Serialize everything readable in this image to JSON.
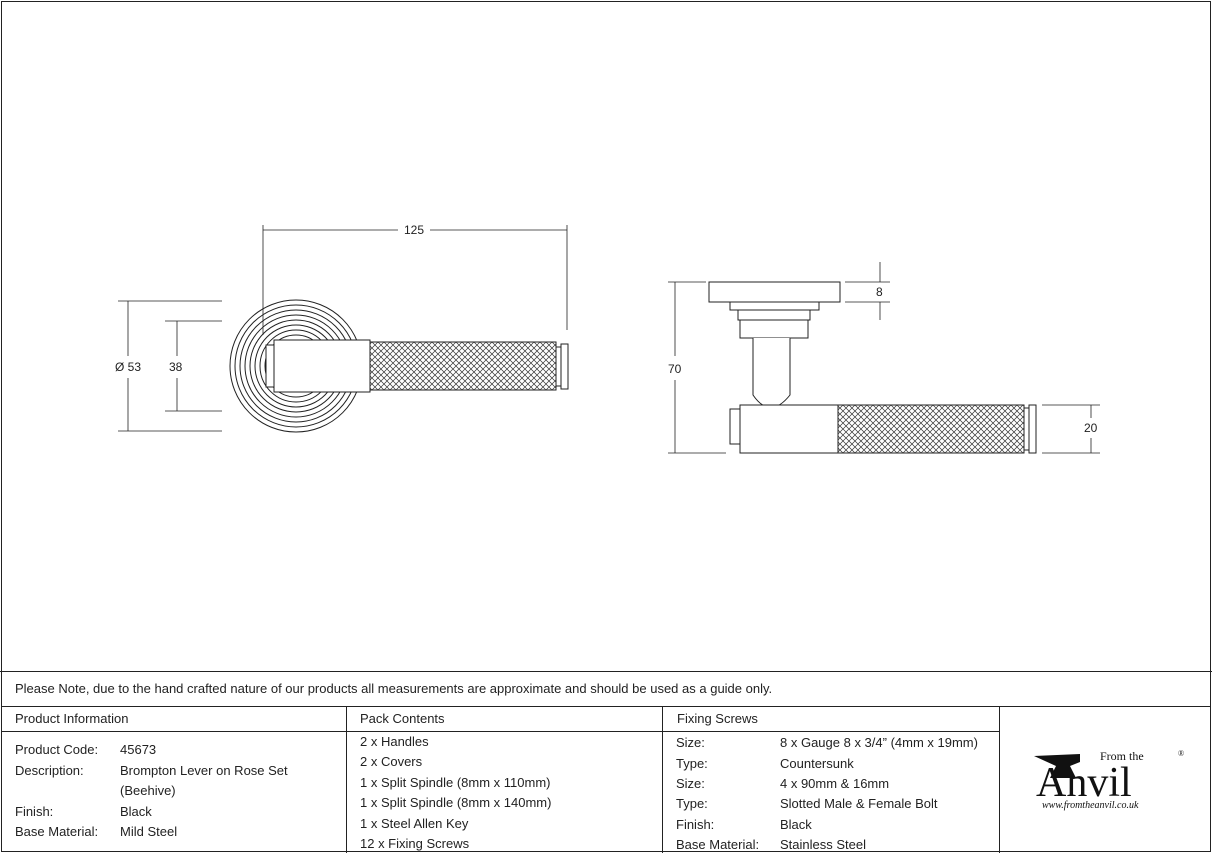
{
  "dimensions": {
    "length": "125",
    "rose_diameter": "Ø 53",
    "inner": "38",
    "rose_height": "8",
    "projection": "70",
    "lever_dia": "20"
  },
  "note": "Please Note, due to the hand crafted nature of our products all measurements are approximate and should be used as a guide only.",
  "product": {
    "heading": "Product Information",
    "rows": [
      {
        "label": "Product Code:",
        "value": "45673"
      },
      {
        "label": "Description:",
        "value": "Brompton Lever on Rose Set"
      },
      {
        "label": "",
        "value": "(Beehive)"
      },
      {
        "label": "Finish:",
        "value": "Black"
      },
      {
        "label": "Base Material:",
        "value": "Mild Steel"
      }
    ]
  },
  "pack": {
    "heading": "Pack Contents",
    "items": [
      "2 x Handles",
      "2 x Covers",
      "1 x Split Spindle (8mm x 110mm)",
      "1 x Split Spindle (8mm x 140mm)",
      "1 x Steel Allen Key",
      "12 x Fixing Screws"
    ]
  },
  "fixing": {
    "heading": "Fixing Screws",
    "rows": [
      {
        "label": "Size:",
        "value": "8 x Gauge 8 x 3/4” (4mm x 19mm)"
      },
      {
        "label": "Type:",
        "value": "Countersunk"
      },
      {
        "label": "Size:",
        "value": "4 x 90mm & 16mm"
      },
      {
        "label": "Type:",
        "value": "Slotted Male & Female Bolt"
      },
      {
        "label": "Finish:",
        "value": "Black"
      },
      {
        "label": "Base Material:",
        "value": "Stainless Steel"
      }
    ]
  },
  "logo": {
    "from_the": "From the",
    "brand": "Anvil",
    "registered": "®",
    "url": "www.fromtheanvil.co.uk"
  }
}
